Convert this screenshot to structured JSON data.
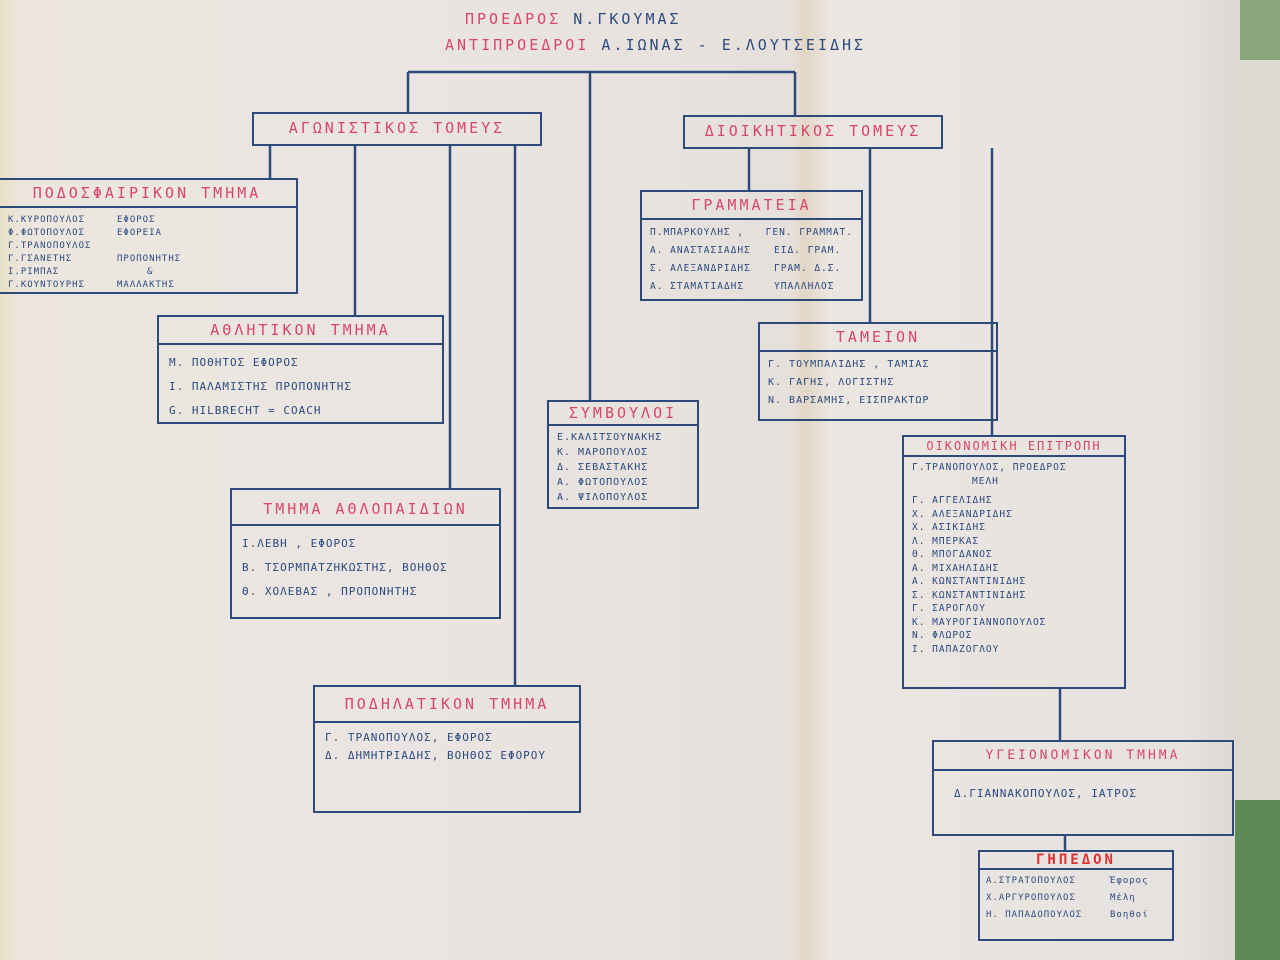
{
  "header": {
    "president_label": "ΠΡΟΕΔΡΟΣ",
    "president": "Ν.ΓΚΟΥΜΑΣ",
    "vp_label": "ΑΝΤΙΠΡΟΕΔΡΟΙ",
    "vps": "Α.ΙΩΝΑΣ - Ε.ΛΟΥΤΣΕΙΔΗΣ"
  },
  "sectors": {
    "agonistikos": "ΑΓΩΝΙΣΤΙΚΟΣ ΤΟΜΕΥΣ",
    "dioikitikos": "ΔΙΟΙΚΗΤΙΚΟΣ ΤΟΜΕΥΣ"
  },
  "podosfairiko": {
    "title": "ΠΟΔΟΣΦΑΙΡΙΚΟΝ ΤΜΗΜΑ",
    "rows": [
      {
        "name": "Κ.ΚΥΡΟΠΟΥΛΟΣ",
        "role": "ΕΦΟΡΟΣ"
      },
      {
        "name": "Φ.ΦΩΤΟΠΟΥΛΟΣ",
        "role": "ΕΦΟΡΕΙΑ"
      },
      {
        "name": "Γ.ΤΡΑΝΟΠΟΥΛΟΣ",
        "role": ""
      },
      {
        "name": "Γ.ΓΣΑΝΕΤΗΣ",
        "role": "ΠΡΟΠΟΝΗΤΗΣ"
      },
      {
        "name": "Ι.ΡΙΜΠΑΣ",
        "role": "&"
      },
      {
        "name": "Γ.ΚΟΥΝΤΟΥΡΗΣ",
        "role": "ΜΑΛΛΑΚΤΗΣ"
      }
    ]
  },
  "athlitiko": {
    "title": "ΑΘΛΗΤΙΚΟΝ ΤΜΗΜΑ",
    "rows": [
      "Μ. ΠΟΘΗΤΟΣ   ΕΦΟΡΟΣ",
      "Ι. ΠΑΛΑΜΙΣΤΗΣ ΠΡΟΠΟΝΗΤΗΣ",
      "G. HILBRECHT = COACH"
    ]
  },
  "athlopaidia": {
    "title": "ΤΜΗΜΑ ΑΘΛΟΠΑΙΔΙΩΝ",
    "rows": [
      "Ι.ΛΕΒΗ , ΕΦΟΡΟΣ",
      "Β. ΤΣΟΡΜΠΑΤΖΗΚΩΣΤΗΣ, ΒΟΗΘΟΣ",
      "Θ. ΧΟΛΕΒΑΣ , ΠΡΟΠΟΝΗΤΗΣ"
    ]
  },
  "podilatiko": {
    "title": "ΠΟΔΗΛΑΤΙΚΟΝ ΤΜΗΜΑ",
    "rows": [
      "Γ. ΤΡΑΝΟΠΟΥΛΟΣ, ΕΦΟΡΟΣ",
      "Δ. ΔΗΜΗΤΡΙΑΔΗΣ, ΒΟΗΘΟΣ ΕΦΟΡΟΥ"
    ]
  },
  "symvouloi": {
    "title": "ΣΥΜΒΟΥΛΟΙ",
    "rows": [
      "Ε.ΚΑΛΙΤΣΟΥΝΑΚΗΣ",
      "Κ. ΜΑΡΟΠΟΥΛΟΣ",
      "Δ. ΣΕΒΑΣΤΑΚΗΣ",
      "Α. ΦΩΤΟΠΟΥΛΟΣ",
      "Α. ΨΙΛΟΠΟΥΛΟΣ"
    ]
  },
  "grammateia": {
    "title": "ΓΡΑΜΜΑΤΕΙΑ",
    "rows": [
      {
        "name": "Π.ΜΠΑΡΚΟΥΛΗΣ ,",
        "role": "ΓΕΝ. ΓΡΑΜΜΑΤ."
      },
      {
        "name": "Α. ΑΝΑΣΤΑΣΙΑΔΗΣ",
        "role": "ΕΙΔ. ΓΡΑΜ."
      },
      {
        "name": "Σ. ΑΛΕΞΑΝΔΡΙΔΗΣ",
        "role": "ΓΡΑΜ. Δ.Σ."
      },
      {
        "name": "Α. ΣΤΑΜΑΤΙΑΔΗΣ",
        "role": "ΥΠΑΛΛΗΛΟΣ"
      }
    ]
  },
  "tameio": {
    "title": "ΤΑΜΕΙΟΝ",
    "rows": [
      "Γ. ΤΟΥΜΠΑΛΙΔΗΣ , ΤΑΜΙΑΣ",
      "Κ. ΓΑΓΗΣ, ΛΟΓΙΣΤΗΣ",
      "Ν. ΒΑΡΣΑΜΗΣ, ΕΙΣΠΡΑΚΤΩΡ"
    ]
  },
  "oikonomiki": {
    "title": "ΟΙΚΟΝΟΜΙΚΗ ΕΠΙΤΡΟΠΗ",
    "chair": "Γ.ΤΡΑΝΟΠΟΥΛΟΣ, ΠΡΟΕΔΡΟΣ",
    "members_label": "ΜΕΛΗ",
    "rows": [
      "Γ. ΑΓΓΕΛΙΔΗΣ",
      "Χ. ΑΛΕΞΑΝΔΡΙΔΗΣ",
      "Χ. ΑΣΙΚΙΔΗΣ",
      "Λ. ΜΠΕΡΚΑΣ",
      "Θ. ΜΠΟΓΔΑΝΟΣ",
      "Α. ΜΙΧΑΗΛΙΔΗΣ",
      "Α. ΚΩΝΣΤΑΝΤΙΝΙΔΗΣ",
      "Σ. ΚΩΝΣΤΑΝΤΙΝΙΔΗΣ",
      "Γ. ΣΑΡΟΓΛΟΥ",
      "Κ. ΜΑΥΡΟΓΙΑΝΝΟΠΟΥΛΟΣ",
      "Ν. ΦΛΩΡΟΣ",
      "Ι. ΠΑΠΑΖΟΓΛΟΥ"
    ]
  },
  "ygeionomiko": {
    "title": "ΥΓΕΙΟΝΟΜΙΚΟΝ ΤΜΗΜΑ",
    "rows": [
      "Δ.ΓΙΑΝΝΑΚΟΠΟΥΛΟΣ, ΙΑΤΡΟΣ"
    ]
  },
  "gipedo": {
    "title": "ΓΗΠΕΔΟΝ",
    "rows": [
      {
        "name": "Α.ΣΤΡΑΤΟΠΟΥΛΟΣ",
        "role": "Έφορος"
      },
      {
        "name": "Χ.ΑΡΓΥΡΟΠΟΥΛΟΣ",
        "role": "Μέλη"
      },
      {
        "name": "Η. ΠΑΠΑΔΟΠΟΥΛΟΣ",
        "role": "Βοηθοί"
      }
    ]
  }
}
